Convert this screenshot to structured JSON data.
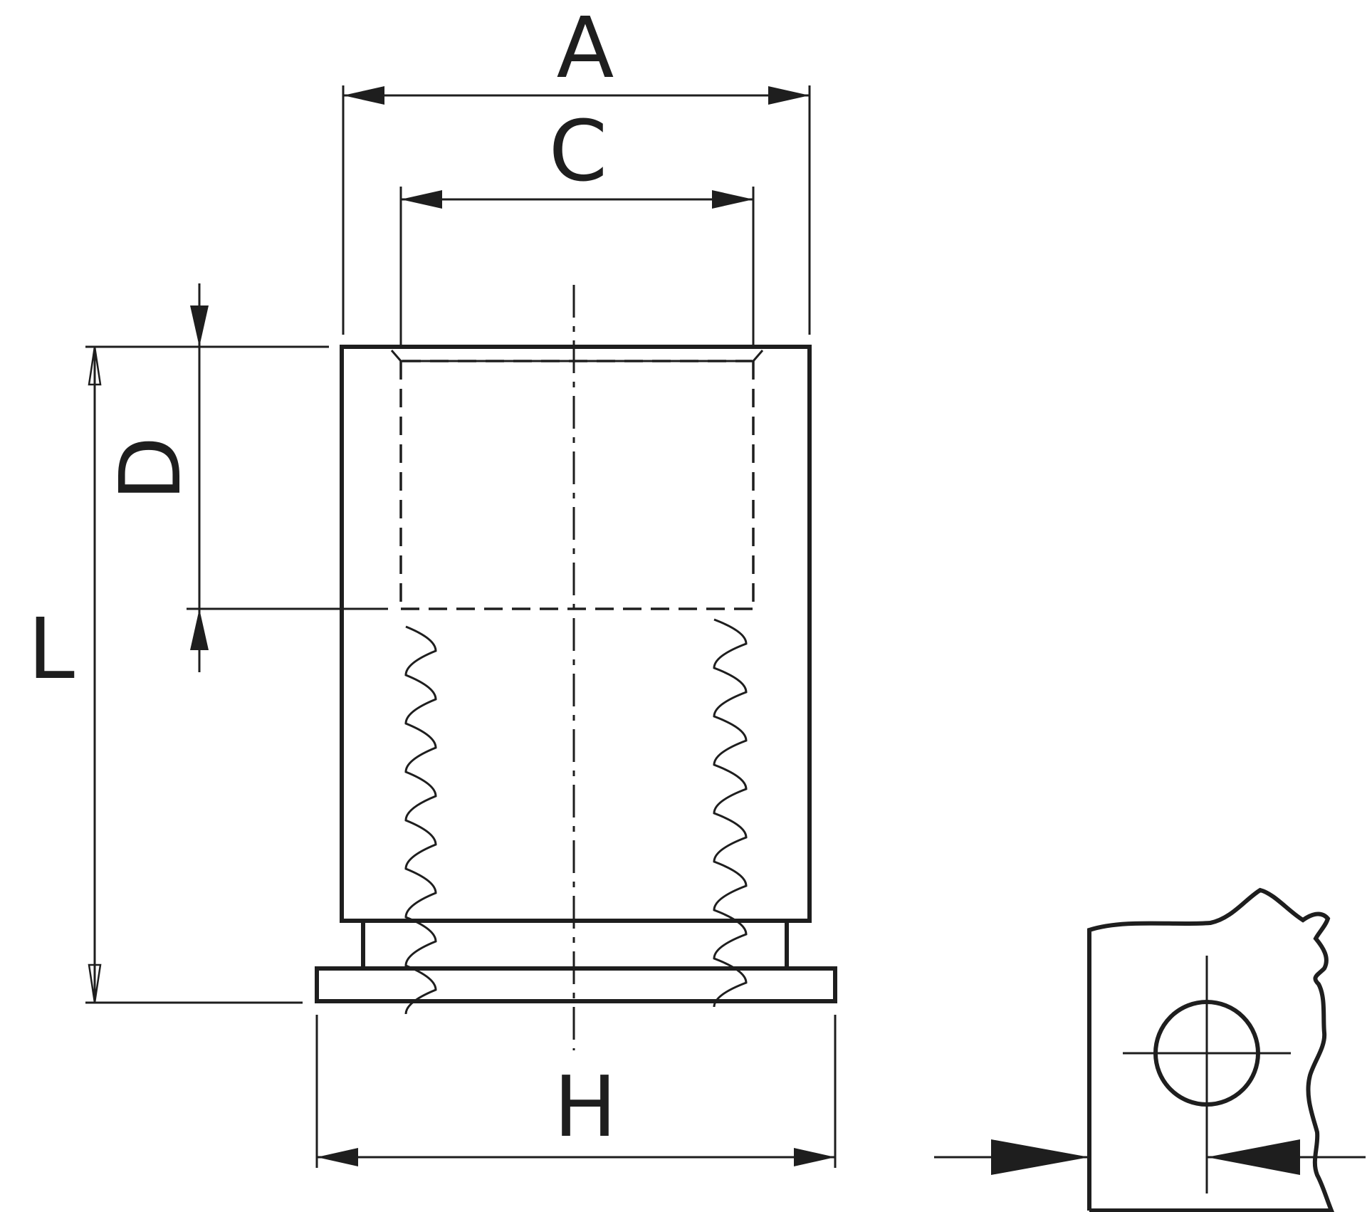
{
  "labels": {
    "A": "A",
    "C": "C",
    "D": "D",
    "L": "L",
    "H": "H"
  },
  "colors": {
    "line": "#1e1e1e",
    "background": "#ffffff"
  }
}
